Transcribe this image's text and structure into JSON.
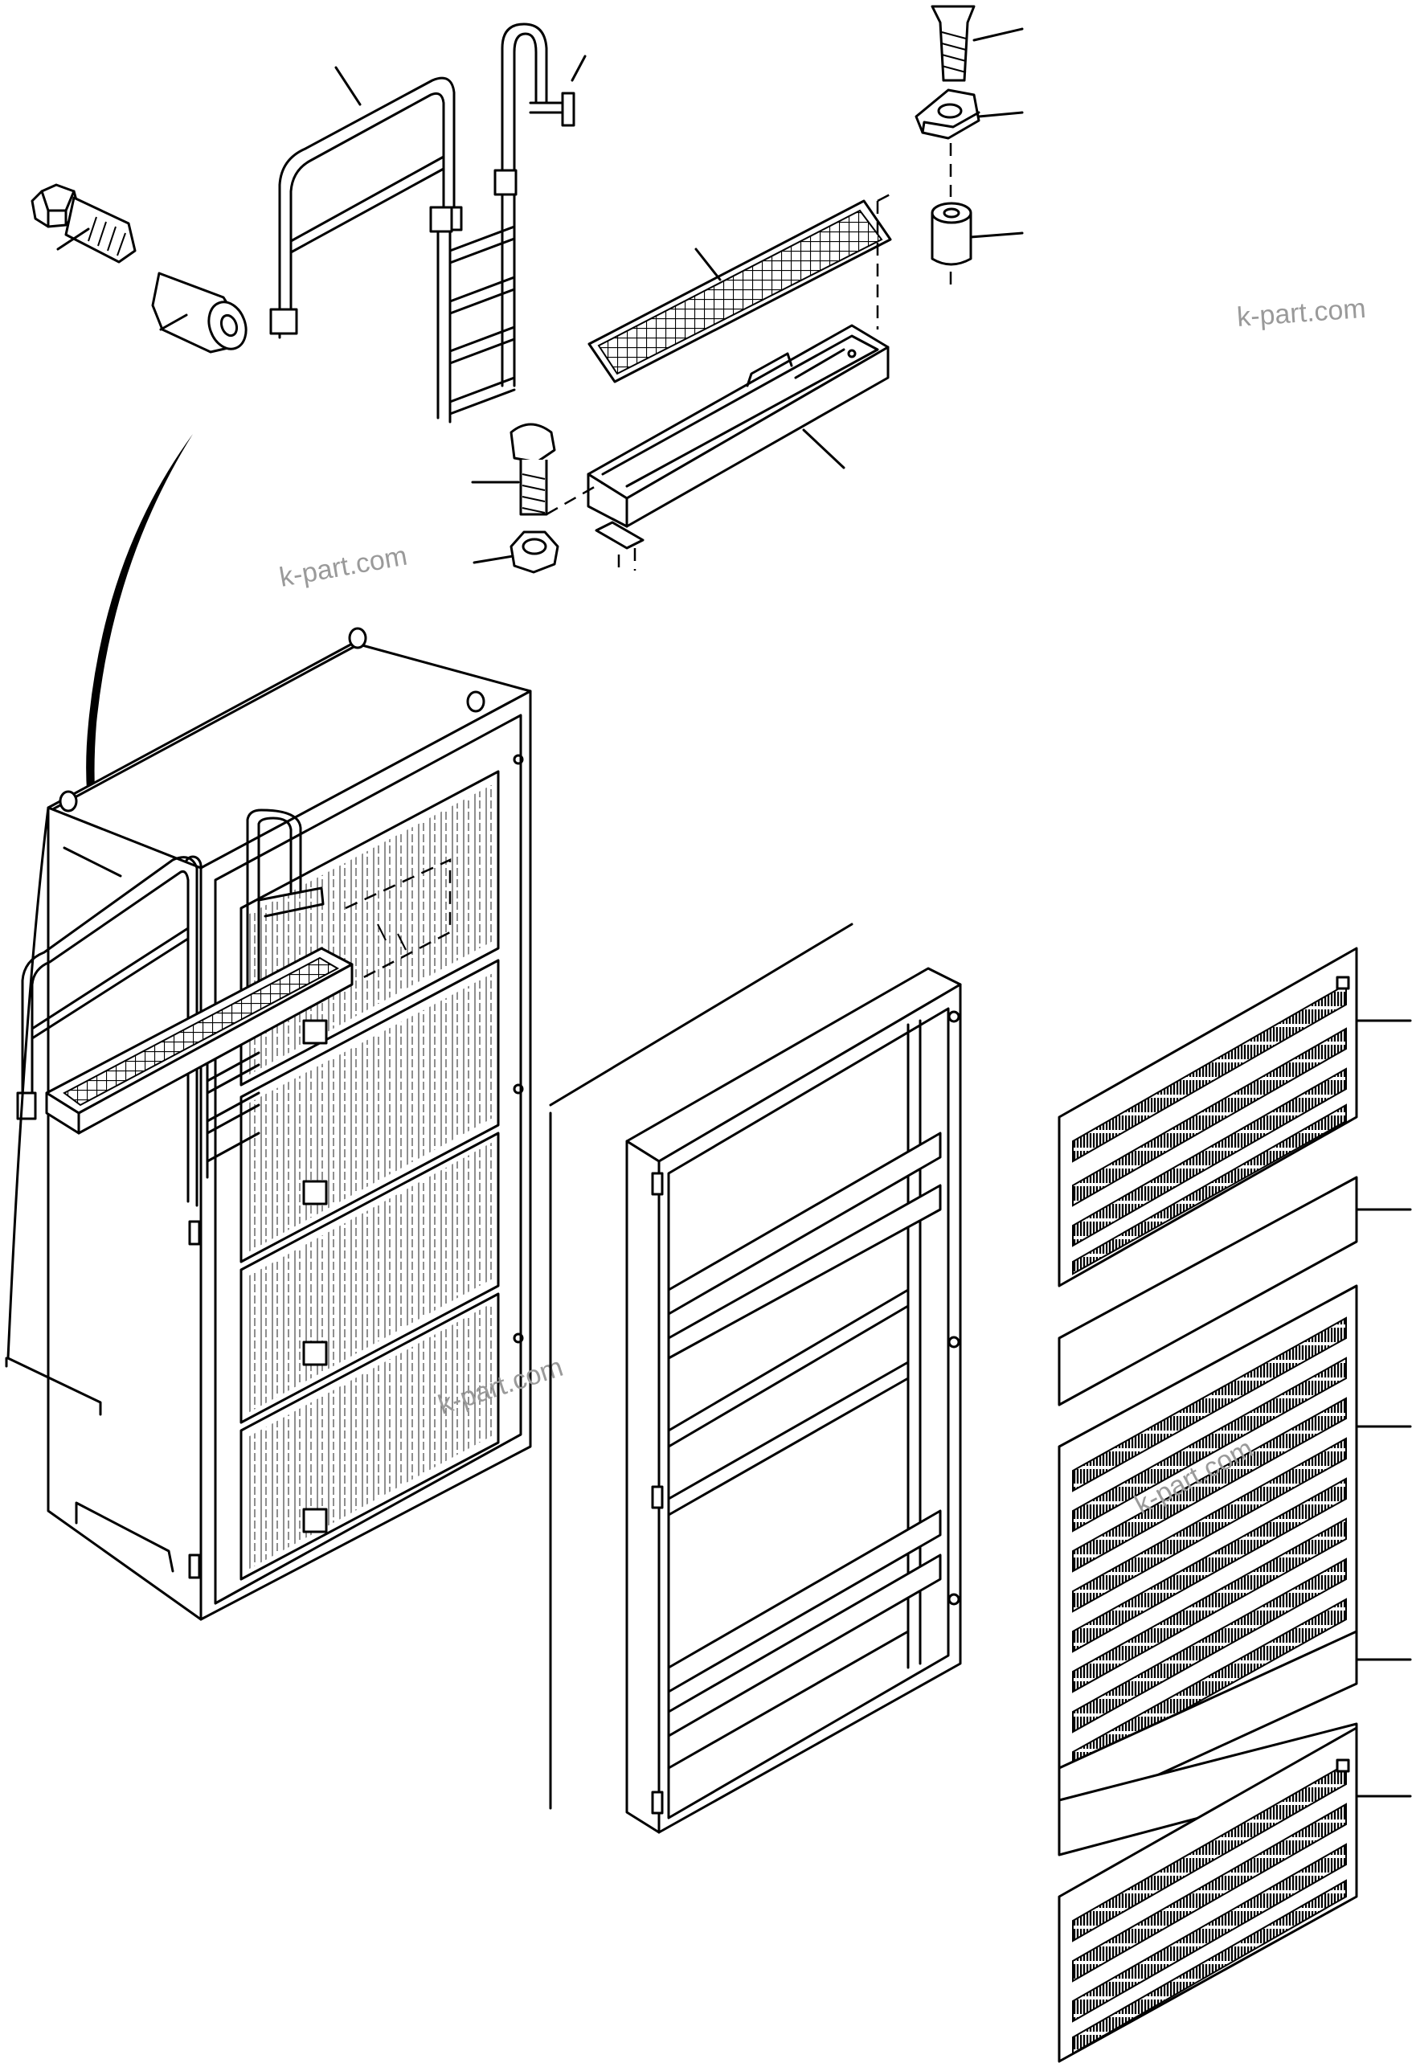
{
  "watermarks": {
    "top_right": "k-part.com",
    "middle_left": "k-part.com",
    "cabinet": "k-part.com",
    "panel": "k-part.com"
  },
  "colors": {
    "line": "#000000",
    "background": "#ffffff",
    "watermark": "#9a9a9a"
  }
}
